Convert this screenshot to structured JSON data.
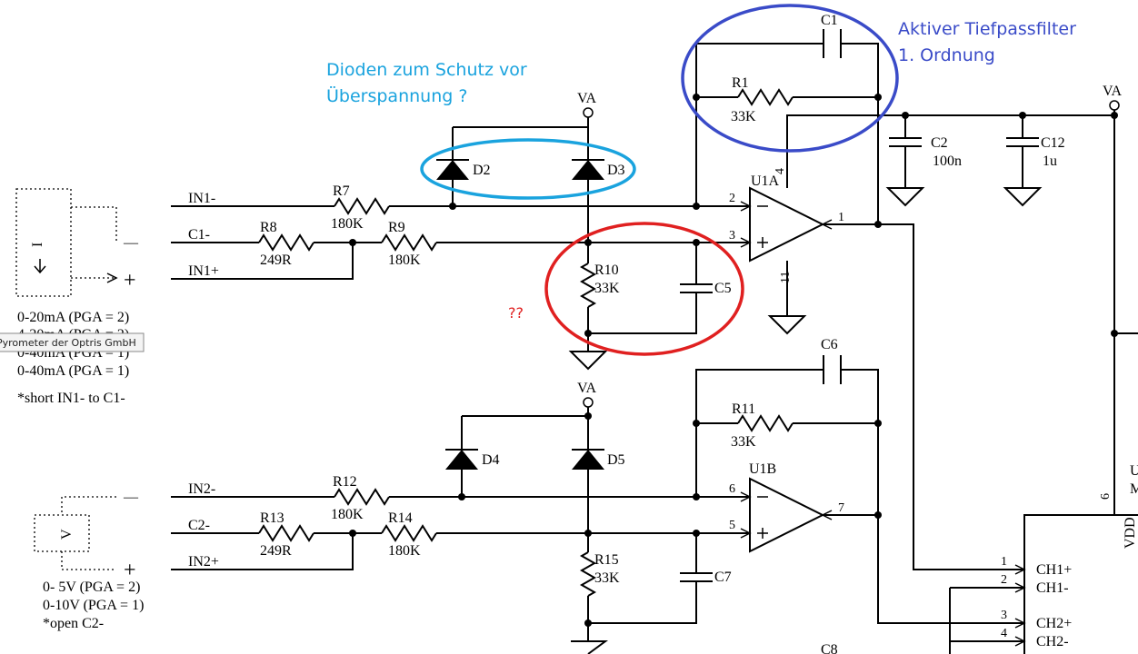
{
  "annotations": {
    "diodes_note_line1": "Dioden zum Schutz vor",
    "diodes_note_line2": "Überspannung  ?",
    "filter_note_line1": "Aktiver Tiefpassfilter",
    "filter_note_line2": "1. Ordnung",
    "question_marks": "??",
    "colors": {
      "cyan": "#1aa3de",
      "blue": "#3a4bc8",
      "red": "#e02020"
    }
  },
  "tooltip": {
    "text": "Pyrometer der Optris GmbH"
  },
  "nets": {
    "in1_minus": "IN1-",
    "c1_minus": "C1-",
    "in1_plus": "IN1+",
    "in2_minus": "IN2-",
    "c2_minus": "C2-",
    "in2_plus": "IN2+",
    "va": "VA"
  },
  "components": {
    "r1": {
      "name": "R1",
      "value": "33K"
    },
    "c1": {
      "name": "C1"
    },
    "r7": {
      "name": "R7",
      "value": "180K"
    },
    "r8": {
      "name": "R8",
      "value": "249R"
    },
    "r9": {
      "name": "R9",
      "value": "180K"
    },
    "r10": {
      "name": "R10",
      "value": "33K"
    },
    "c5": {
      "name": "C5"
    },
    "d2": {
      "name": "D2"
    },
    "d3": {
      "name": "D3"
    },
    "d4": {
      "name": "D4"
    },
    "d5": {
      "name": "D5"
    },
    "u1a": {
      "name": "U1A"
    },
    "u1b": {
      "name": "U1B"
    },
    "c2": {
      "name": "C2",
      "value": "100n"
    },
    "c12": {
      "name": "C12",
      "value": "1u"
    },
    "c6": {
      "name": "C6"
    },
    "r11": {
      "name": "R11",
      "value": "33K"
    },
    "r12": {
      "name": "R12",
      "value": "180K"
    },
    "r13": {
      "name": "R13",
      "value": "249R"
    },
    "r14": {
      "name": "R14",
      "value": "180K"
    },
    "r15": {
      "name": "R15",
      "value": "33K"
    },
    "c7": {
      "name": "C7"
    },
    "c8": {
      "name": "C8"
    },
    "adc": {
      "vdd": "VDD",
      "ch1p": "CH1+",
      "ch1m": "CH1-",
      "ch2p": "CH2+",
      "ch2m": "CH2-",
      "partial_u": "U",
      "partial_m": "M"
    }
  },
  "pins": {
    "u1a_4": "4",
    "u1a_2": "2",
    "u1a_3": "3",
    "u1a_1": "1",
    "u1a_11": "11",
    "u1b_6": "6",
    "u1b_5": "5",
    "u1b_7": "7",
    "adc_1": "1",
    "adc_2": "2",
    "adc_3": "3",
    "adc_4": "4",
    "adc_6": "6"
  },
  "sources": {
    "current_symbol": "I",
    "voltage_symbol": "V",
    "minus": "—",
    "plus": "+"
  },
  "notes_current": {
    "l1": "0-20mA (PGA = 2)",
    "l2": "4-20mA (PGA = 2)",
    "l3": "0-40mA (PGA = 1)",
    "l4": "0-40mA (PGA = 1)",
    "l5": "*short IN1- to C1-"
  },
  "notes_voltage": {
    "l1": "0- 5V (PGA = 2)",
    "l2": "0-10V (PGA = 1)",
    "l3": "*open C2-"
  }
}
